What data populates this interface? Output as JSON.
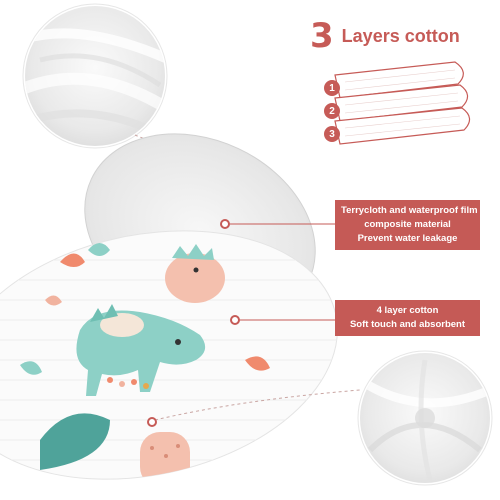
{
  "header": {
    "number": "3",
    "title": "Layers cotton"
  },
  "layers": {
    "badges": [
      "1",
      "2",
      "3"
    ]
  },
  "callouts": [
    {
      "lines": [
        "Terrycloth and waterproof film",
        "composite material",
        "Prevent water leakage"
      ]
    },
    {
      "lines": [
        "4 layer cotton",
        "Soft touch and absorbent"
      ]
    }
  ],
  "colors": {
    "accent": "#c65b57",
    "label_bg": "#c55a56",
    "mint": "#8dd0c6",
    "peach": "#f1b39f",
    "coral": "#f08a6d"
  }
}
